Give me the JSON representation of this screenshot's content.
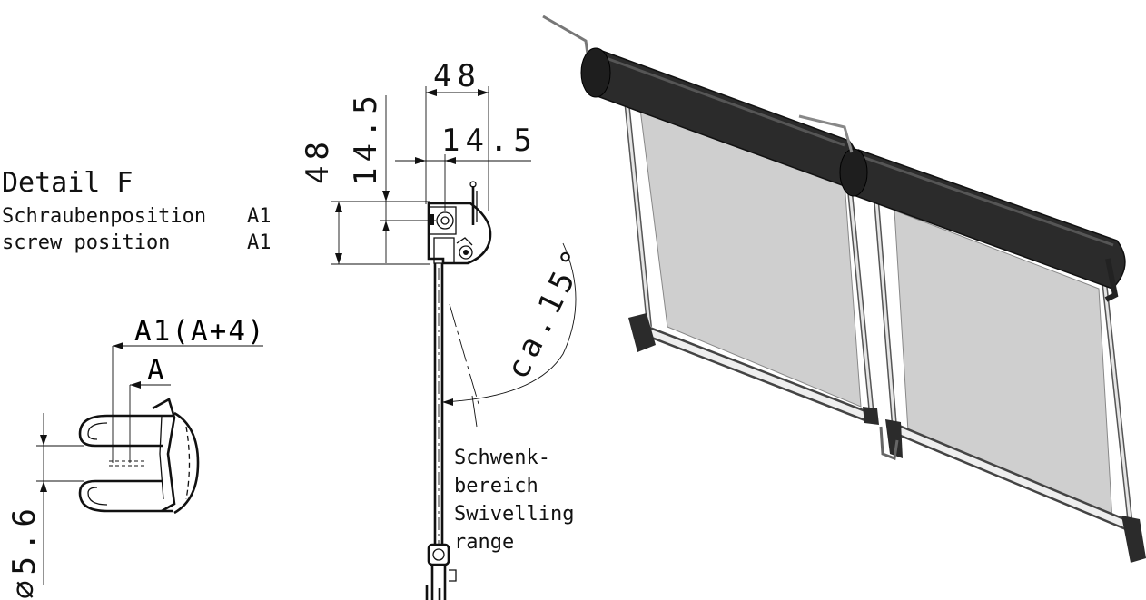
{
  "detail": {
    "title": "Detail F",
    "line1_label": "Schraubenposition",
    "line1_value": "A1",
    "line2_label": "screw position",
    "line2_value": "A1"
  },
  "detail_dims": {
    "a1": "A1(A+4)",
    "a": "A",
    "diameter": "⌀5.6"
  },
  "side_dims": {
    "width_top": "48",
    "offset_top": "14.5",
    "height_left": "48",
    "offset_left": "14.5"
  },
  "angle": {
    "label": "ca.15°"
  },
  "swivel": {
    "line1": "Schwenk-",
    "line2": "bereich",
    "line3": "Swivelling",
    "line4": "range"
  },
  "colors": {
    "ink": "#111111",
    "roller": "#2b2b2b",
    "fabric": "#cfcfcf"
  }
}
